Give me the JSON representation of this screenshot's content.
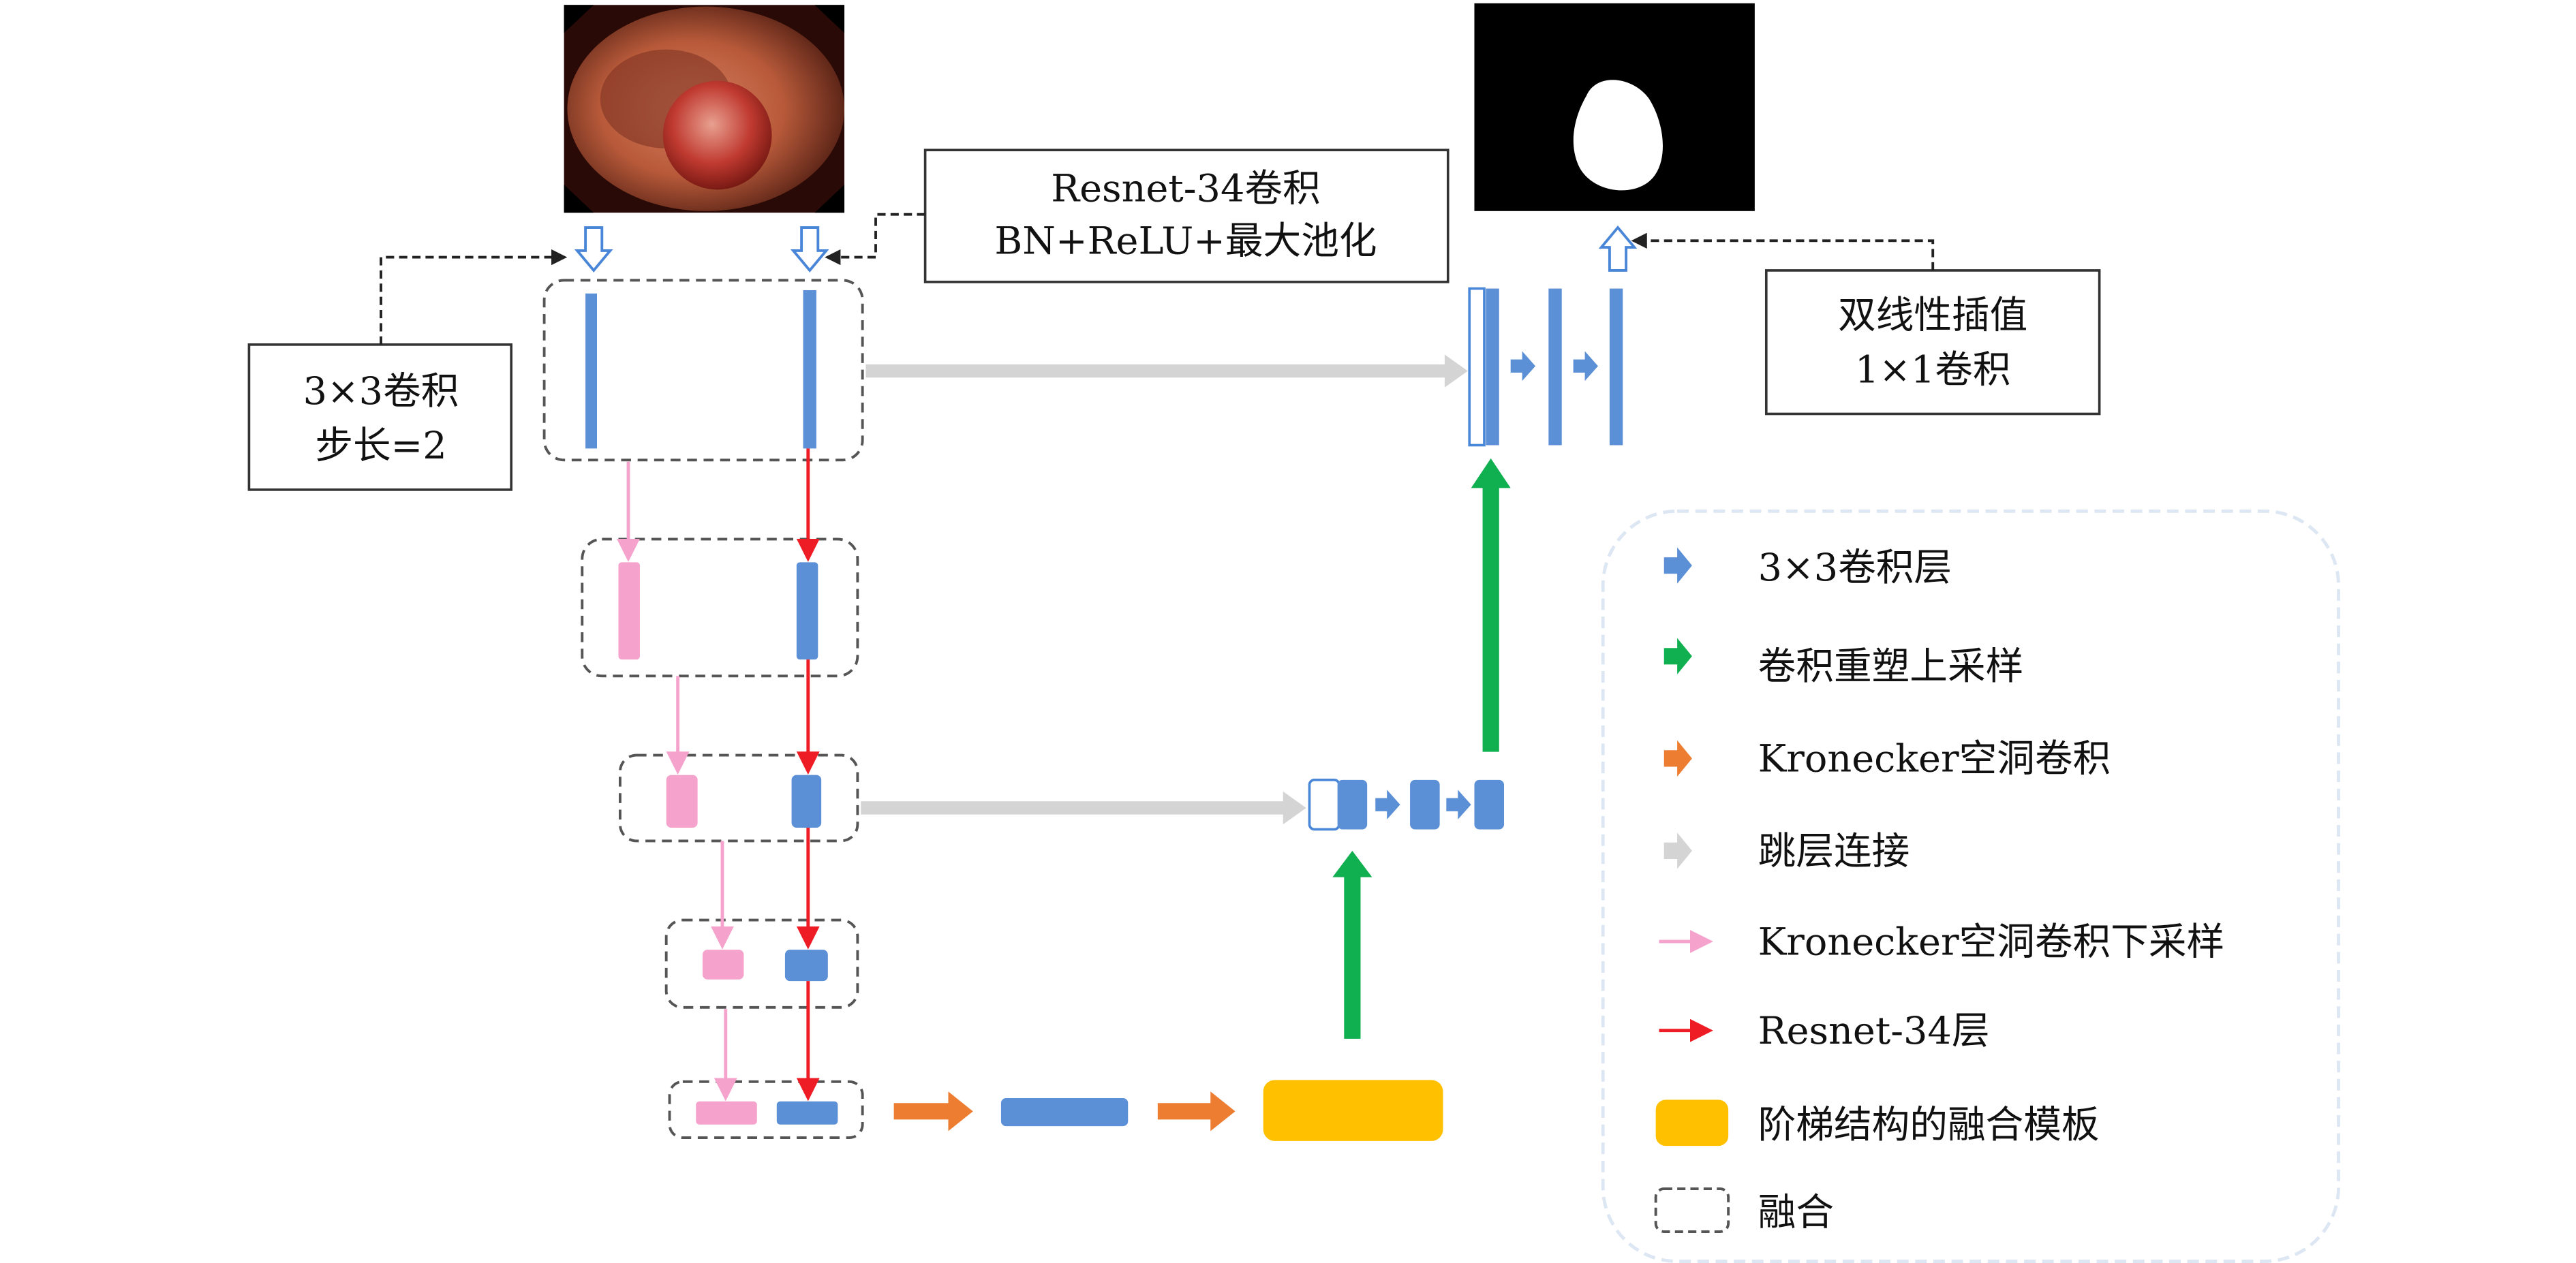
{
  "labels": {
    "conv3x3_stride": [
      "3×3卷积",
      "步长=2"
    ],
    "resnet_conv": [
      "Resnet-34卷积",
      "BN+ReLU+最大池化"
    ],
    "bilinear": [
      "双线性插值",
      "1×1卷积"
    ]
  },
  "legend": {
    "items": [
      {
        "label": "3×3卷积层",
        "icon": "blue-arrow-icon"
      },
      {
        "label": "卷积重塑上采样",
        "icon": "green-arrow-icon"
      },
      {
        "label": "Kronecker空洞卷积",
        "icon": "orange-arrow-icon"
      },
      {
        "label": "跳层连接",
        "icon": "gray-arrow-icon"
      },
      {
        "label": "Kronecker空洞卷积下采样",
        "icon": "pink-line-arrow-icon"
      },
      {
        "label": "Resnet-34层",
        "icon": "red-line-arrow-icon"
      },
      {
        "label": "阶梯结构的融合模板",
        "icon": "yellow-block-icon"
      },
      {
        "label": "融合",
        "icon": "dashed-box-icon"
      }
    ]
  },
  "colors": {
    "blue": "#5b8fd6",
    "pink": "#f5a3cc",
    "red": "#ee1c24",
    "green": "#10b050",
    "orange": "#ed7d31",
    "gray": "#d4d4d4",
    "yellow": "#ffc000",
    "legend_border": "#dde6f3",
    "outline_blue": "#4a86d8"
  }
}
